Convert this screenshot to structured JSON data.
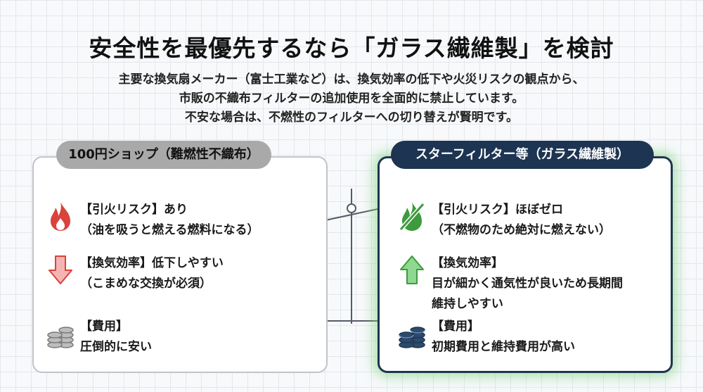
{
  "title": "安全性を最優先するなら「ガラス繊維製」を検討",
  "subtitle": {
    "line1": "主要な換気扇メーカー（富士工業など）は、換気効率の低下や火災リスクの観点から、",
    "line2": "市販の不織布フィルターの追加使用を全面的に禁止しています。",
    "line3": "不安な場合は、不燃性のフィルターへの切り替えが賢明です。"
  },
  "left_card": {
    "header": "100円ショップ（難燃性不織布）",
    "items": [
      {
        "icon": "flame-icon",
        "line1": "【引火リスク】あり",
        "line2": "（油を吸うと燃える燃料になる）"
      },
      {
        "icon": "arrow-down-icon",
        "line1": "【換気効率】低下しやすい",
        "line2": "（こまめな交換が必須）"
      },
      {
        "icon": "coins-icon",
        "line1": "【費用】",
        "line2": "圧倒的に安い"
      }
    ]
  },
  "right_card": {
    "header": "スターフィルター等（ガラス繊維製）",
    "items": [
      {
        "icon": "no-flame-icon",
        "line1": "【引火リスク】ほぼゼロ",
        "line2": "（不燃物のため絶対に燃えない）"
      },
      {
        "icon": "arrow-up-icon",
        "line1": "【換気効率】",
        "line2": "目が細かく通気性が良いため長期間",
        "line3": "維持しやすい"
      },
      {
        "icon": "coins-icon",
        "line1": "【費用】",
        "line2": "初期費用と維持費用が高い"
      }
    ]
  },
  "colors": {
    "flame": "#d9433b",
    "arrow_down": "#e98a8a",
    "arrow_up": "#5cb85c",
    "no_flame": "#3d9b3d",
    "coins_left": "#a6a6a6",
    "coins_right": "#1f3550",
    "accent_glow": "#8fd88f"
  }
}
